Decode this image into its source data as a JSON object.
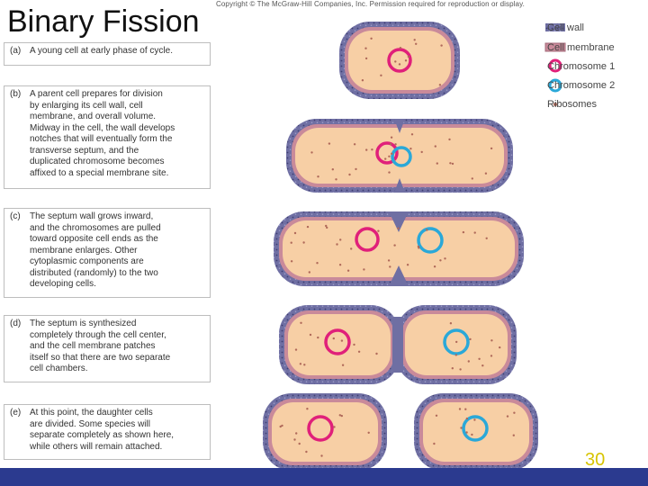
{
  "header": {
    "title": "Binary Fission",
    "copyright": "Copyright © The McGraw-Hill Companies, Inc. Permission required for reproduction or display."
  },
  "steps": [
    {
      "letter": "(a)",
      "text": "A young cell at early phase of cycle."
    },
    {
      "letter": "(b)",
      "text": "A parent cell prepares for division\nby enlarging its cell wall, cell\nmembrane, and overall volume.\nMidway in the cell, the wall develops\nnotches that will eventually form the\ntransverse septum, and the\nduplicated chromosome becomes\naffixed to a special membrane site."
    },
    {
      "letter": "(c)",
      "text": "The septum wall grows inward,\nand the chromosomes are pulled\ntoward opposite cell ends as the\nmembrane enlarges. Other\ncytoplasmic components are\ndistributed (randomly) to the two\ndeveloping cells."
    },
    {
      "letter": "(d)",
      "text": "The septum is synthesized\ncompletely through the cell center,\nand the cell membrane patches\nitself so that there are two separate\ncell chambers."
    },
    {
      "letter": "(e)",
      "text": "At this point, the daughter cells\nare divided. Some species will\nseparate completely as shown here,\nwhile others will remain attached."
    }
  ],
  "legend": [
    {
      "label": "Cell wall",
      "icon": "cell-wall-swatch"
    },
    {
      "label": "Cell membrane",
      "icon": "cell-membrane-swatch"
    },
    {
      "label": "Chromosome 1",
      "icon": "chromosome-1-ring"
    },
    {
      "label": "Chromosome 2",
      "icon": "chromosome-2-ring"
    },
    {
      "label": "Ribosomes",
      "icon": "ribosome-dot"
    }
  ],
  "colors": {
    "cell_wall": "#6f6fa3",
    "cell_membrane": "#c98a9a",
    "cytoplasm": "#f7cfa5",
    "chromosome_1": "#e0207a",
    "chromosome_2": "#2aa8d8",
    "ribosome": "#b06a5a",
    "footer_bar": "#2b3a8f",
    "slide_number": "#d7c400"
  },
  "footer": {
    "slide_number": "30"
  }
}
